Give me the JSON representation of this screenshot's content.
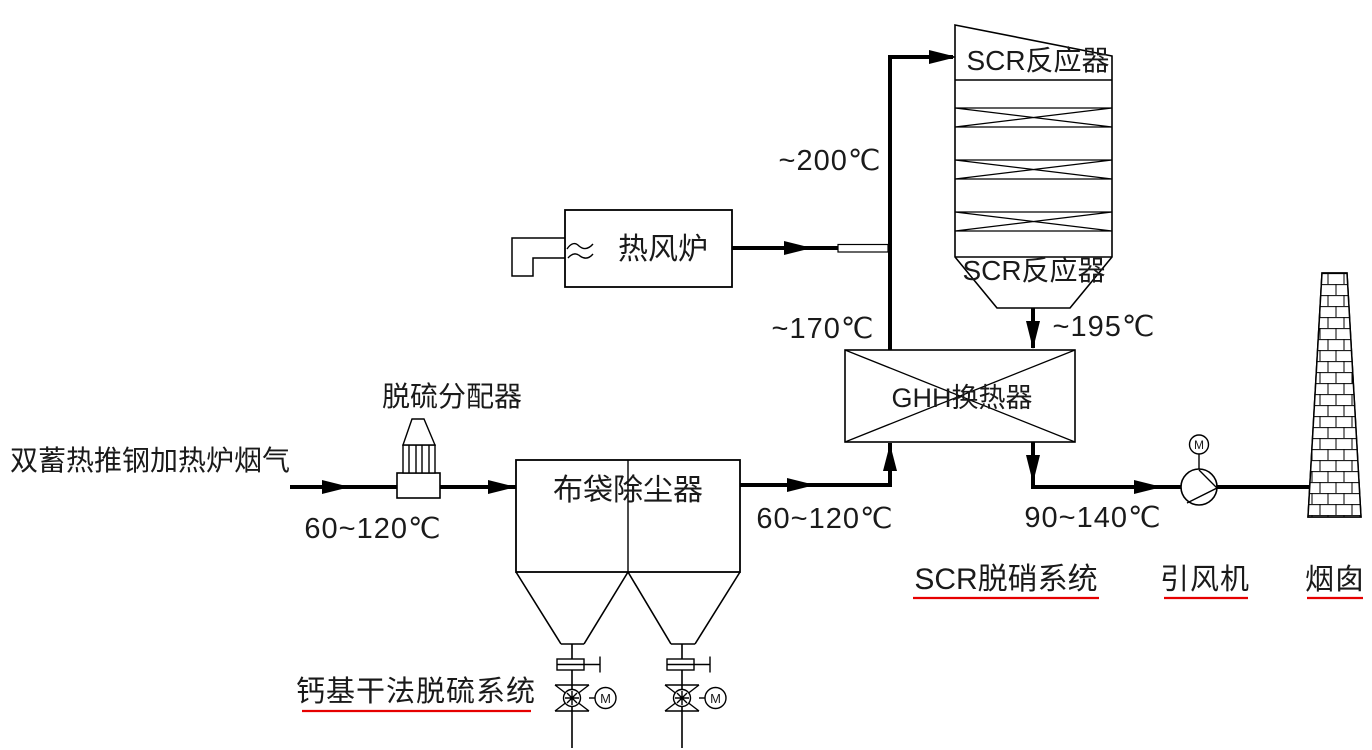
{
  "colors": {
    "line": "#000000",
    "underline": "#e60000",
    "background": "#ffffff"
  },
  "flow": {
    "source_label": "双蓄热推钢加热炉烟气",
    "temp_inlet": "60~120℃",
    "temp_filter_outlet": "60~120℃",
    "temp_ggh_cold_outlet": "~170℃",
    "temp_scr_inlet": "~200℃",
    "temp_scr_outlet": "~195℃",
    "temp_stack_inlet": "90~140℃"
  },
  "equipment": {
    "distributor_label": "脱硫分配器",
    "bag_filter_label": "布袋除尘器",
    "hot_blast_stove_label": "热风炉",
    "scr_reactor_top_label": "SCR反应器",
    "scr_reactor_bottom_label": "SCR反应器",
    "ggh_label": "GHH换热器",
    "motor_label": "M"
  },
  "systems": {
    "calcium_dry_fgd_label": "钙基干法脱硫系统",
    "scr_denox_label": "SCR脱硝系统",
    "id_fan_label": "引风机",
    "chimney_label": "烟囱"
  }
}
